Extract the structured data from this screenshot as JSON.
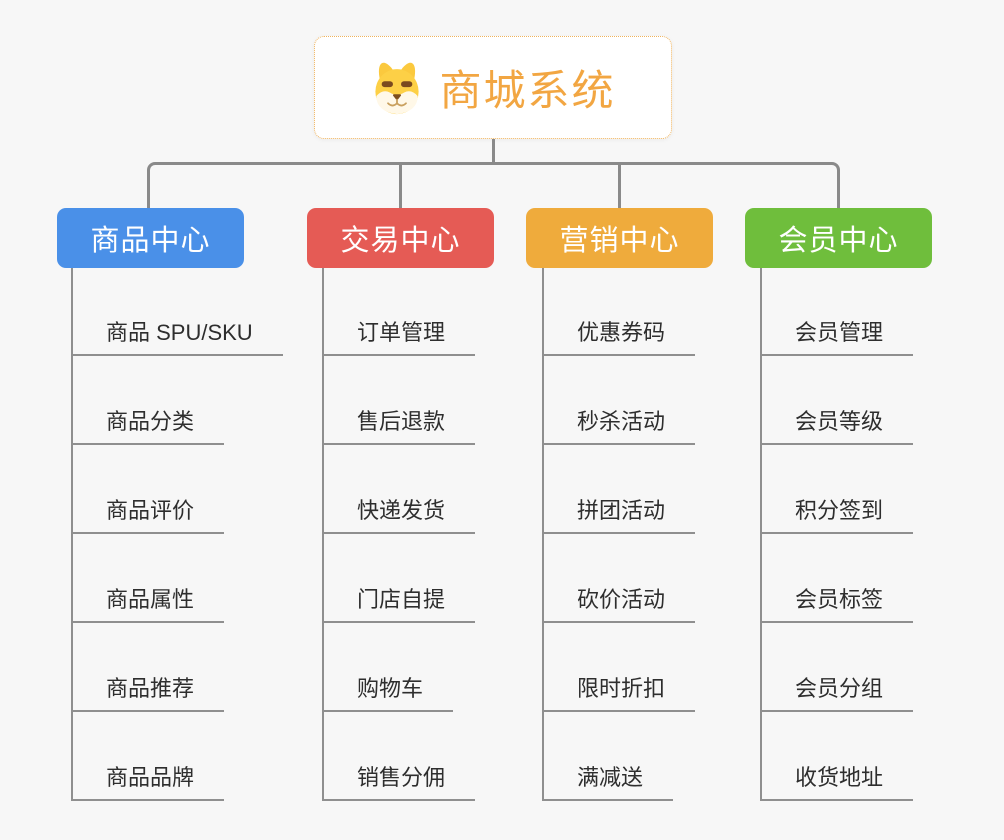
{
  "page": {
    "background_color": "#f7f7f7",
    "connector_color": "#8a8a8a",
    "underline_color": "#8f8f8f"
  },
  "root": {
    "title": "商城系统",
    "icon": "dog-face-icon",
    "text_color": "#f2a642",
    "border_color": "#f0b35c",
    "background_color": "#ffffff"
  },
  "branches": [
    {
      "label": "商品中心",
      "color": "#4a90e8",
      "children": [
        "商品 SPU/SKU",
        "商品分类",
        "商品评价",
        "商品属性",
        "商品推荐",
        "商品品牌"
      ]
    },
    {
      "label": "交易中心",
      "color": "#e55b55",
      "children": [
        "订单管理",
        "售后退款",
        "快递发货",
        "门店自提",
        "购物车",
        "销售分佣"
      ]
    },
    {
      "label": "营销中心",
      "color": "#efab3c",
      "children": [
        "优惠券码",
        "秒杀活动",
        "拼团活动",
        "砍价活动",
        "限时折扣",
        "满减送"
      ]
    },
    {
      "label": "会员中心",
      "color": "#6fbe3c",
      "children": [
        "会员管理",
        "会员等级",
        "积分签到",
        "会员标签",
        "会员分组",
        "收货地址"
      ]
    }
  ]
}
